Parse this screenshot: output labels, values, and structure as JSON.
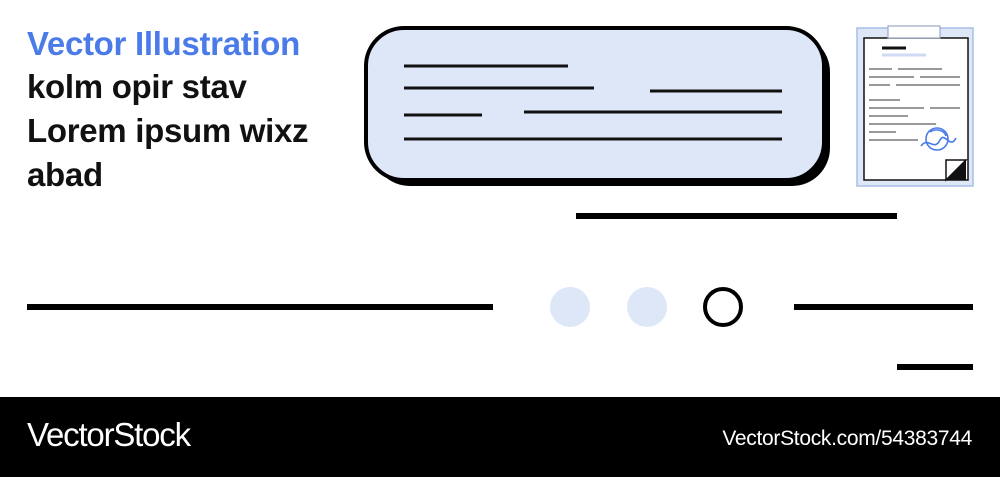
{
  "headline": {
    "title": "Vector Illustration",
    "line2": "kolm opir stav",
    "line3": "Lorem ipsum wixz",
    "line4": "abad"
  },
  "footer": {
    "logo": "VectorStock",
    "url": "VectorStock.com/54383744"
  },
  "colors": {
    "accent": "#4a7be8",
    "light_blue": "#dde7f8",
    "ink": "#111111",
    "footer_bg": "#000000"
  },
  "icons": [
    "chat-bubble-icon",
    "document-icon",
    "signature-stamp-icon"
  ]
}
